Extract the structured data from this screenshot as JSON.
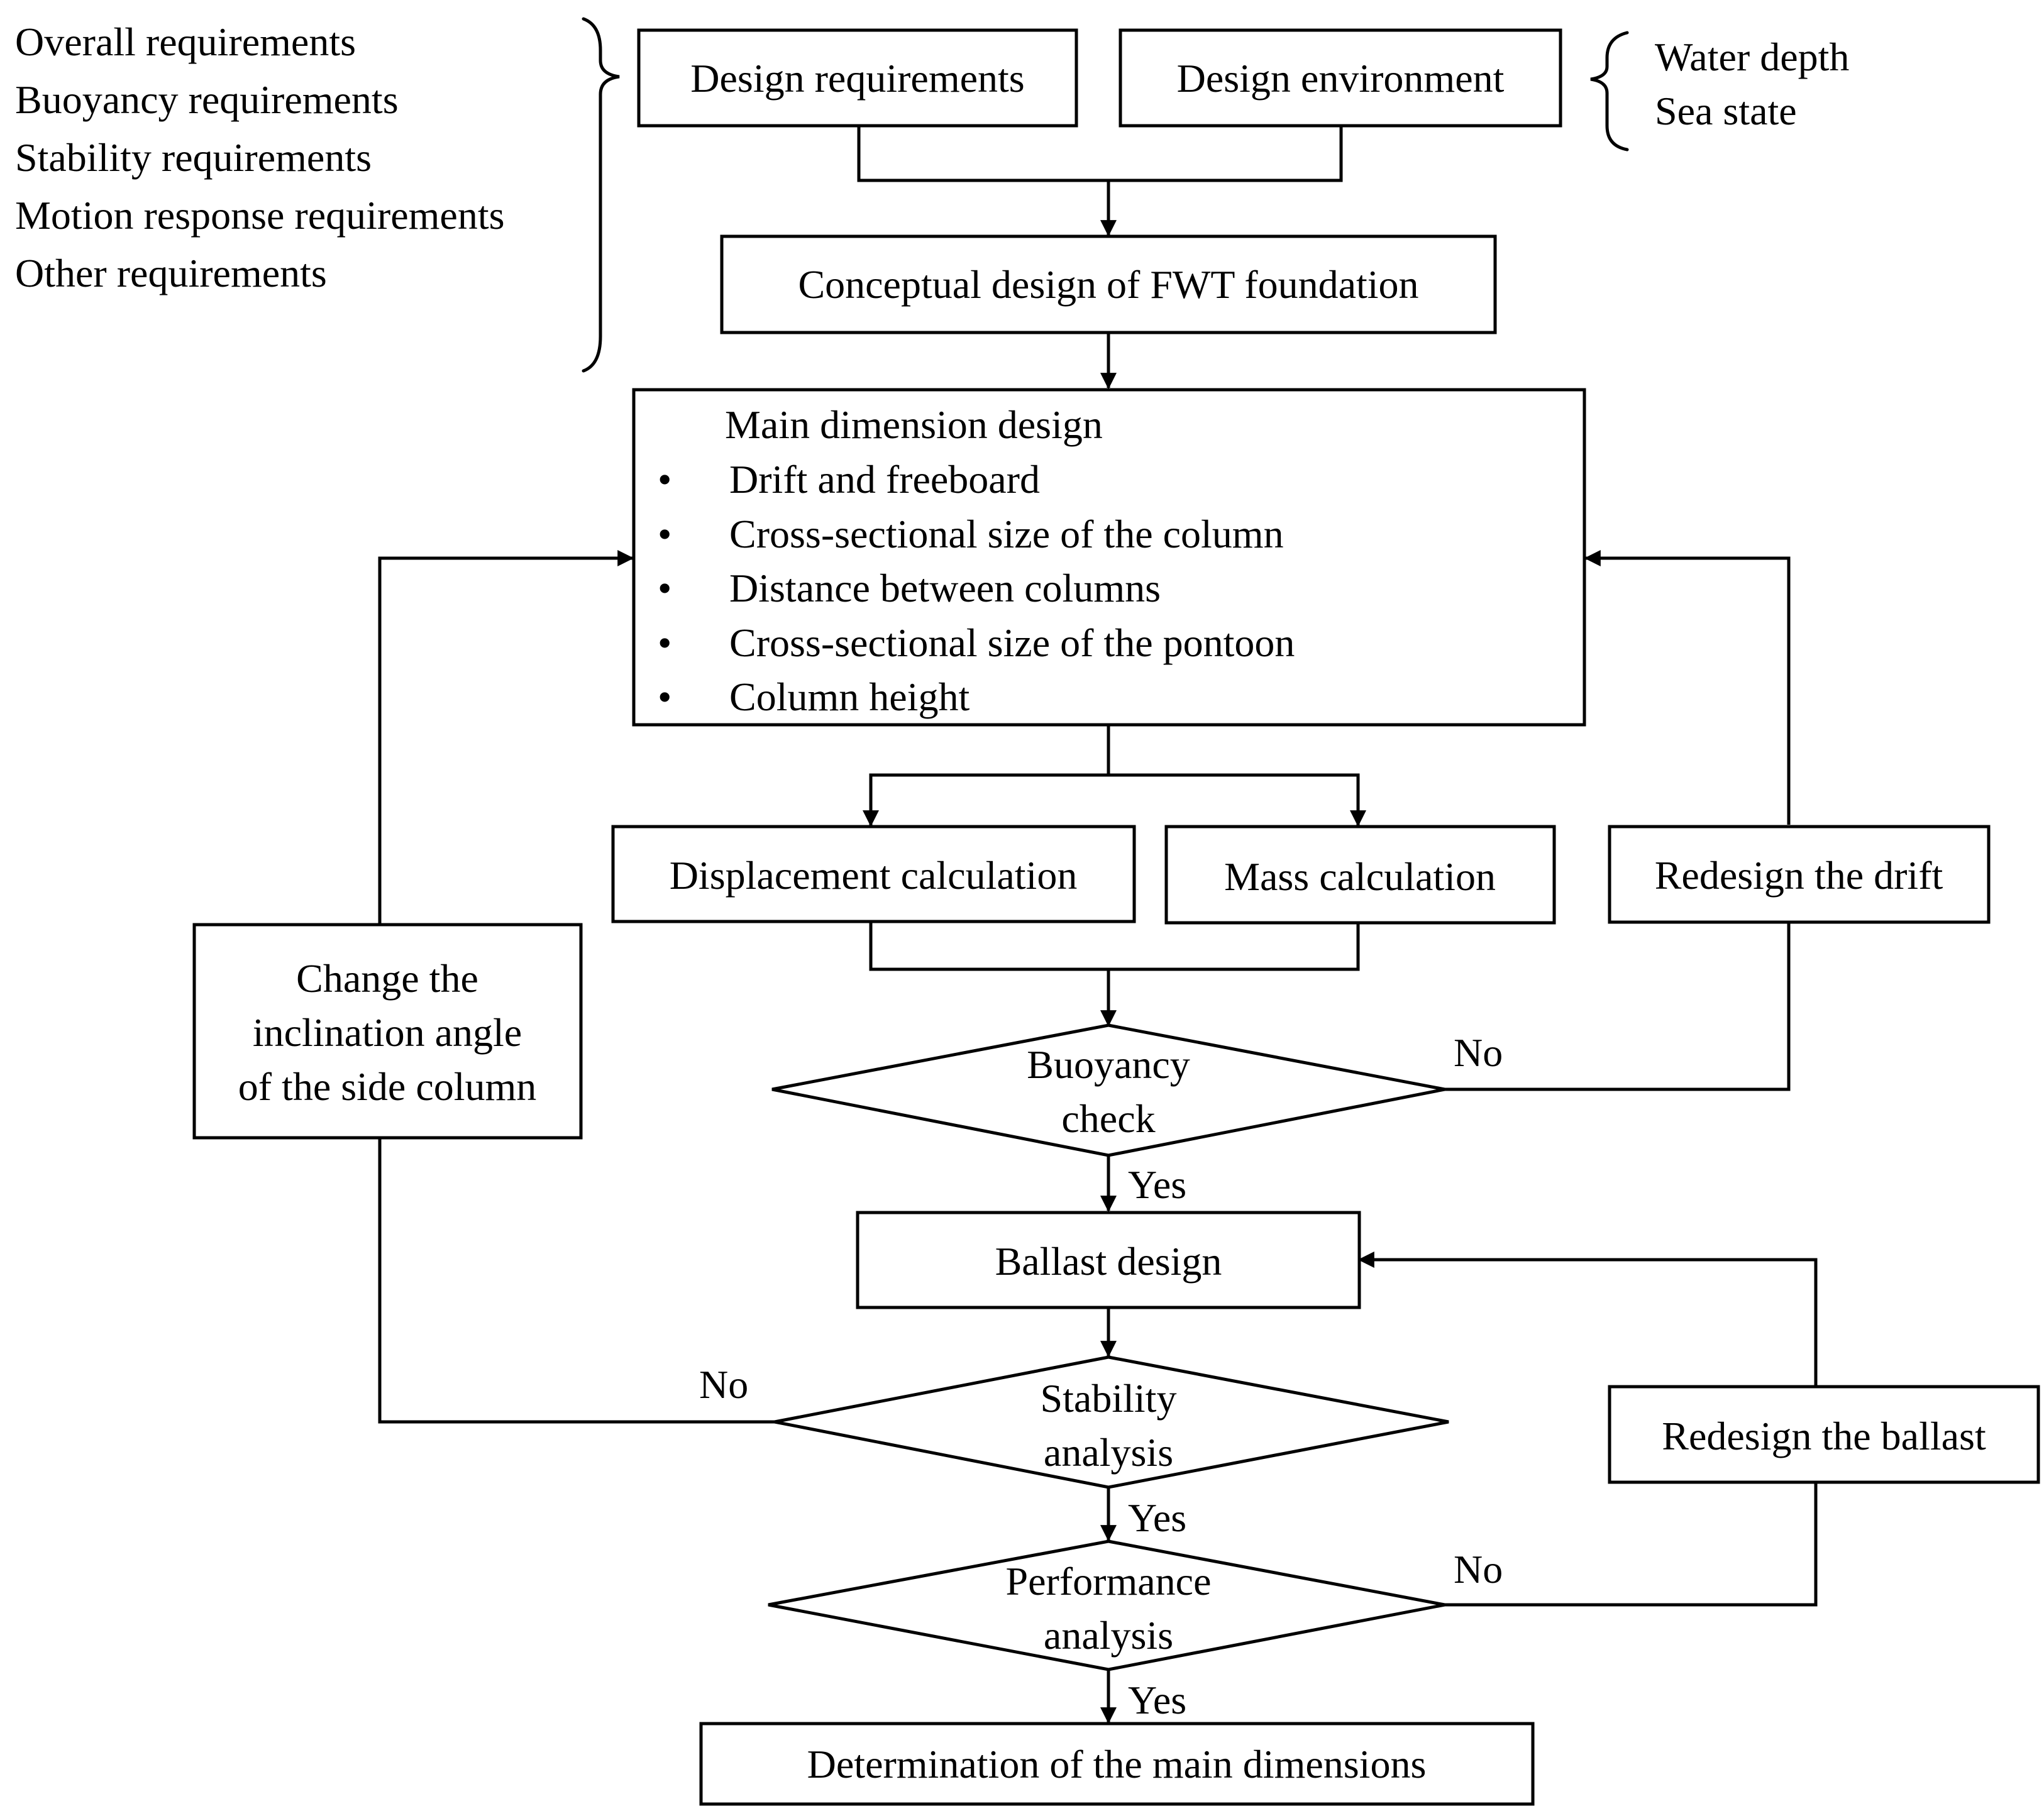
{
  "requirements_list": {
    "items": [
      "Overall requirements",
      "Buoyancy requirements",
      "Stability requirements",
      "Motion response requirements",
      "Other requirements"
    ]
  },
  "environment_list": {
    "items": [
      "Water depth",
      "Sea state"
    ]
  },
  "nodes": {
    "design_requirements": "Design requirements",
    "design_environment": "Design environment",
    "conceptual_design": "Conceptual design of FWT foundation",
    "main_dimension": {
      "title": "Main dimension design",
      "bullet": "•",
      "items": [
        "Drift and freeboard",
        "Cross-sectional size of the column",
        "Distance between columns",
        "Cross-sectional size of the pontoon",
        "Column height"
      ]
    },
    "displacement_calc": "Displacement calculation",
    "mass_calc": "Mass calculation",
    "redesign_drift": "Redesign the drift",
    "change_angle": [
      "Change the",
      "inclination angle",
      "of the side column"
    ],
    "buoyancy_check": [
      "Buoyancy",
      "check"
    ],
    "ballast_design": "Ballast design",
    "stability_analysis": [
      "Stability",
      "analysis"
    ],
    "redesign_ballast": "Redesign the ballast",
    "performance_analysis": [
      "Performance",
      "analysis"
    ],
    "determination": "Determination of the main dimensions"
  },
  "edge_labels": {
    "buoyancy_no": "No",
    "buoyancy_yes": "Yes",
    "stability_no": "No",
    "stability_yes": "Yes",
    "performance_no": "No",
    "performance_yes": "Yes"
  }
}
